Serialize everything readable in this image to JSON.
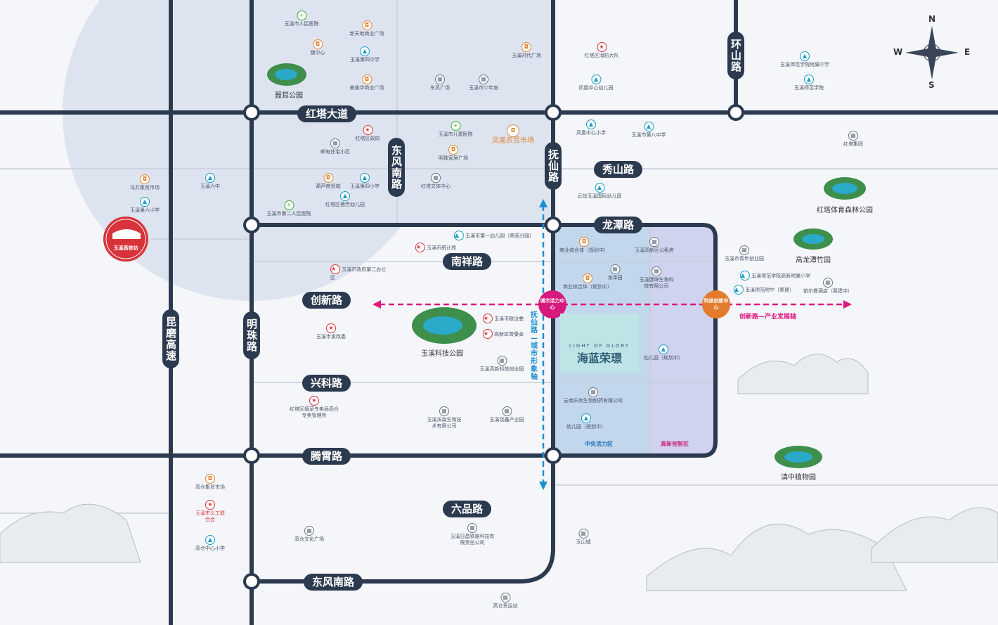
{
  "roads": {
    "hongta_avenue": "红塔大道",
    "longtan": "龙潭路",
    "nanxiang": "南祥路",
    "chuangxin": "创新路",
    "xingke": "兴科路",
    "tengxiao": "腾霄路",
    "liupin": "六品路",
    "dongfeng_south_bottom": "东风南路",
    "xiushan": "秀山路",
    "dongfeng_south_vertical": "东风南路",
    "fuxian": "抚仙路",
    "huanshan": "环山路",
    "kunmo": "昆磨高速",
    "mingzhu": "明珠路"
  },
  "station": {
    "label": "玉溪高铁站"
  },
  "parks": {
    "nie_er": "聂耳公园",
    "yuxi_tech": "玉溪科技公园",
    "hongta_sports": "红塔体育森林公园",
    "gaolongtan": "高龙潭竹园",
    "dianzhong": "滇中植物园"
  },
  "hubs": {
    "city_vitality": "城市活力中心",
    "tech_innovation": "科技创新中心"
  },
  "axes": {
    "industry": "创新路—产业发展轴",
    "city_image": "抚仙路—城市形象轴"
  },
  "zones": {
    "central": "中央活力区",
    "hightech": "高新创智区"
  },
  "project": {
    "name_en": "LIGHT OF GLORY",
    "name_cn": "海蓝荣璟"
  },
  "compass": {
    "n": "N",
    "s": "S",
    "e": "E",
    "w": "W"
  },
  "pois": {
    "p1": "玉溪市人民医院",
    "p2": "新天地商业广场",
    "p3": "银中心",
    "p4": "玉溪第四中学",
    "p5": "美维华商业广场",
    "p6": "玉溪时代广场",
    "p7": "红塔区消防大队",
    "p8": "东风广场",
    "p9": "玉溪市少年宫",
    "p10": "凤凰中心幼儿园",
    "p11": "玉溪师范学院附属中学",
    "p12": "玉溪师范学院",
    "p13": "红塔区政府",
    "p14": "邮电住宅小区",
    "p15": "玉溪市儿童医院",
    "p16": "凤凰农贸市场",
    "p17": "明珠家居广场",
    "p18": "凤凰中心小学",
    "p19": "玉溪市第八中学",
    "p20": "红塔集团",
    "p21": "冯井集贸市场",
    "p22": "玉溪第六小学",
    "p23": "玉溪六中",
    "p24": "葫芦商贸城",
    "p25": "玉溪第四小学",
    "p26": "红塔文体中心",
    "p27": "红塔区蓓芳幼儿园",
    "p28": "玉溪市第二人民医院",
    "p29": "云站玉溪国际幼儿园",
    "p30": "玉溪市第一幼儿园（南苑分园）",
    "p31": "玉溪市统计局",
    "p32": "玉溪市政府第二办公区",
    "p33": "商业综合体（规划中）",
    "p34": "玉溪高新区公租房",
    "p35": "龙泽园",
    "p36": "玉溪健坤生物科技有限公司",
    "p37": "商业综合体（规划中）",
    "p38": "玉溪市青年创业园",
    "p39": "玉溪师范学院高新附属小学",
    "p40": "玉溪师范附中（筹建）",
    "p41": "铂尔曼酒店（筹建中）",
    "p42": "玉溪市发改委",
    "p43": "玉溪市欧法委",
    "p44": "高新区管委会",
    "p45": "玉溪高新科技创业园",
    "p46": "幼儿园（规划中）",
    "p47": "云南乐尚生物制药有限公司",
    "p48": "幼儿园（规划中）",
    "p49": "红塔区烟草专卖局高仓专卖管理所",
    "p50": "玉溪沃森生物技术有限公司",
    "p51": "玉溪烧鑫产业园",
    "p52": "高仓集贸市场",
    "p53": "玉溪市义工联合会",
    "p54": "高仓中心小学",
    "p55": "高仓文化广场",
    "p56": "玉溪日昌铁路科技有限责任公司",
    "p57": "玉山城",
    "p58": "高仓货运站"
  }
}
